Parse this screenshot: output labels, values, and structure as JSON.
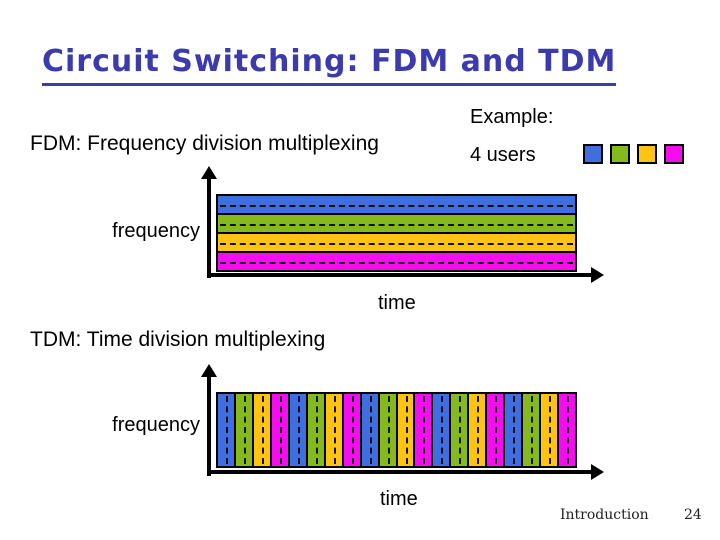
{
  "slide": {
    "title": "Circuit Switching: FDM and TDM",
    "footer": {
      "section": "Introduction",
      "page_number": "24"
    }
  },
  "example": {
    "label": "Example:",
    "users_label": "4 users"
  },
  "fdm": {
    "heading": "FDM: Frequency division multiplexing",
    "diagram": {
      "type": "fdm-frequency-bands",
      "y_axis_label": "frequency",
      "x_axis_label": "time",
      "bands_top_to_bottom": [
        "blue",
        "green",
        "yellow",
        "magenta"
      ],
      "band_divider_style": "dashed-center-line"
    }
  },
  "tdm": {
    "heading": "TDM: Time division multiplexing",
    "diagram": {
      "type": "tdm-time-slots",
      "y_axis_label": "frequency",
      "x_axis_label": "time",
      "slot_pattern": [
        "blue",
        "green",
        "yellow",
        "magenta"
      ],
      "pattern_repeats": 5,
      "total_slots": 20,
      "slot_divider_style": "dashed-center-line"
    }
  },
  "palette": {
    "blue": "#3e6ee0",
    "green": "#85ba1d",
    "yellow": "#ffc312",
    "magenta": "#f50df0",
    "title_color": "#3b3bad",
    "text_color": "#000000"
  },
  "user_swatch_order": [
    "blue",
    "green",
    "yellow",
    "magenta"
  ]
}
